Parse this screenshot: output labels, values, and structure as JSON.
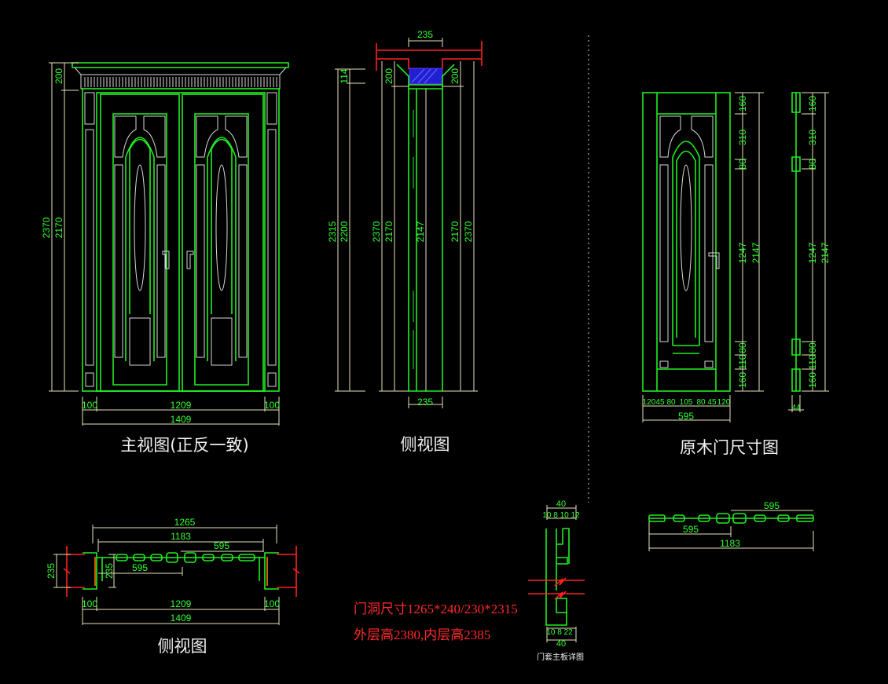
{
  "front_view": {
    "title": "主视图(正反一致)",
    "dims": {
      "h_total": "2370",
      "h_door": "2170",
      "h_top": "200",
      "w_left": "100",
      "w_mid": "1209",
      "w_right": "100",
      "w_total": "1409"
    }
  },
  "side_view": {
    "title": "侧视图",
    "dims": {
      "top_w": "235",
      "bottom_w": "235",
      "h2315": "2315",
      "h2200": "2200",
      "h114": "114",
      "l2370": "2370",
      "l2170": "2170",
      "c2147": "2147",
      "r2170": "2170",
      "r2370": "2370",
      "t200a": "200",
      "t200b": "200"
    }
  },
  "leaf_view": {
    "title": "原木门尺寸图",
    "dims_v": [
      "160",
      "310",
      "80",
      "1247",
      "80",
      "110",
      "160"
    ],
    "total_v": "2147",
    "dims_h": [
      "120",
      "45",
      "80",
      "105",
      "80",
      "45",
      "120"
    ],
    "total_h": "595",
    "profile_v": [
      "160",
      "310",
      "80",
      "1247",
      "80",
      "110",
      "160"
    ],
    "profile_total": "2147",
    "profile_w": "44"
  },
  "plan_view": {
    "title": "侧视图",
    "dims": {
      "d1265": "1265",
      "d1183": "1183",
      "d595a": "595",
      "d595b": "595",
      "d235a": "235",
      "d235b": "235",
      "w_left": "100",
      "w_mid": "1209",
      "w_right": "100",
      "w_total": "1409"
    }
  },
  "notes": {
    "line1": "门洞尺寸1265*240/230*2315",
    "line2": "外层高2380,内层高2385"
  },
  "detail": {
    "title": "门套主板详图",
    "top_total": "40",
    "top_parts": "10  8 10  12",
    "bottom_parts": "10 8 22",
    "bottom_total": "40"
  },
  "leaf_plan": {
    "d595a": "595",
    "d595b": "595",
    "d1183": "1183"
  },
  "colors": {
    "background": "#000000",
    "dimension_text": "#33ff33",
    "outline": "#22ee22",
    "annotation": "#ff2020",
    "dim_line": "#e8e2b8"
  }
}
